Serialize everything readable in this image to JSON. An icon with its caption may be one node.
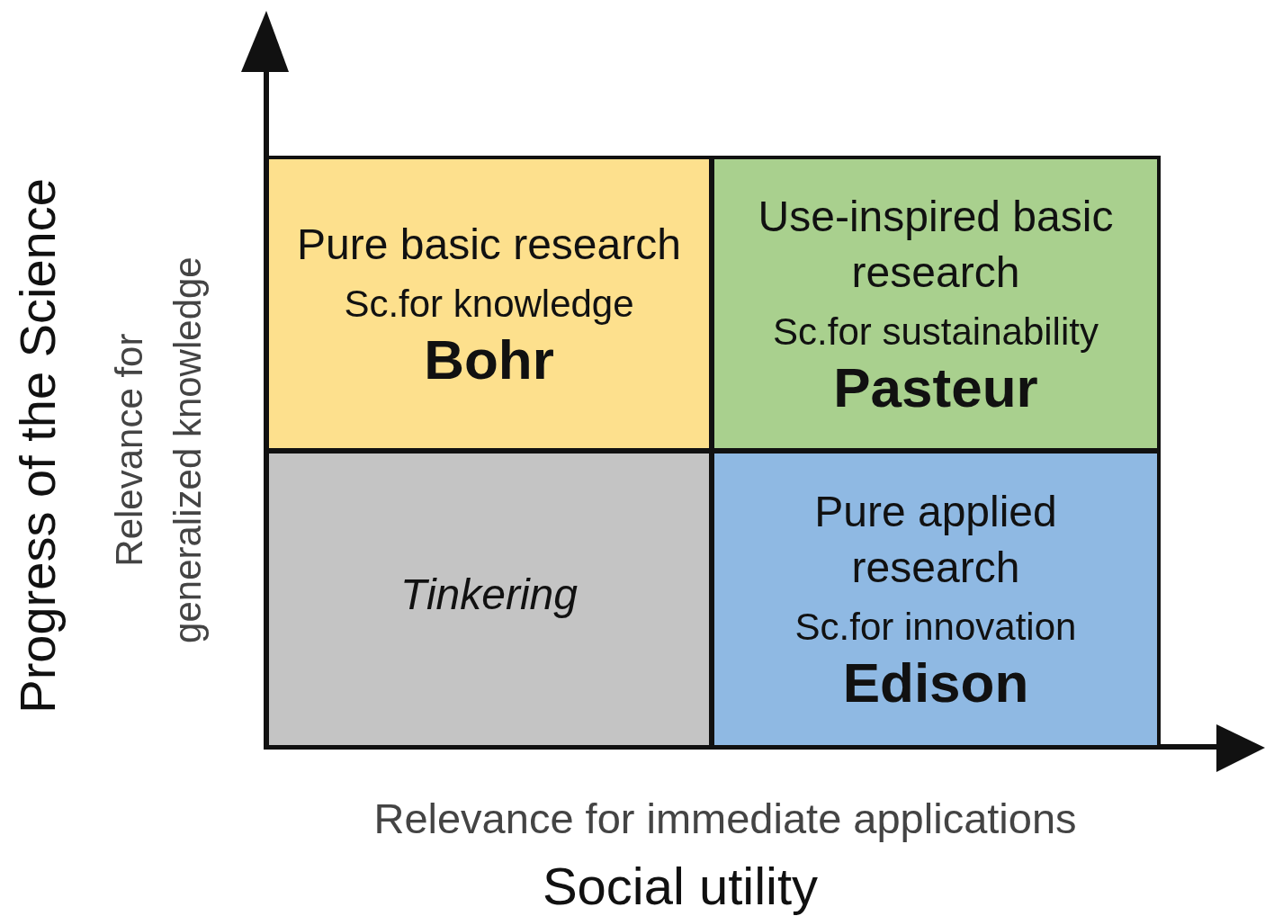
{
  "diagram": {
    "nodes": [
      {
        "text": [
          "Pure basic research",
          "Sc.for knowledge",
          "Bohr"
        ]
      },
      {
        "text": [
          "Use-inspired basic research",
          "Sc.for sustainability",
          "Pasteur"
        ]
      },
      {
        "text": [
          "Tinkering"
        ]
      },
      {
        "text": [
          "Pure applied research",
          "Sc.for innovation",
          "Edison"
        ]
      }
    ],
    "labels": [
      "Progress of the Science",
      "Relevance for generalized knowledge",
      "Relevance for immediate applications",
      "Social utility"
    ]
  }
}
